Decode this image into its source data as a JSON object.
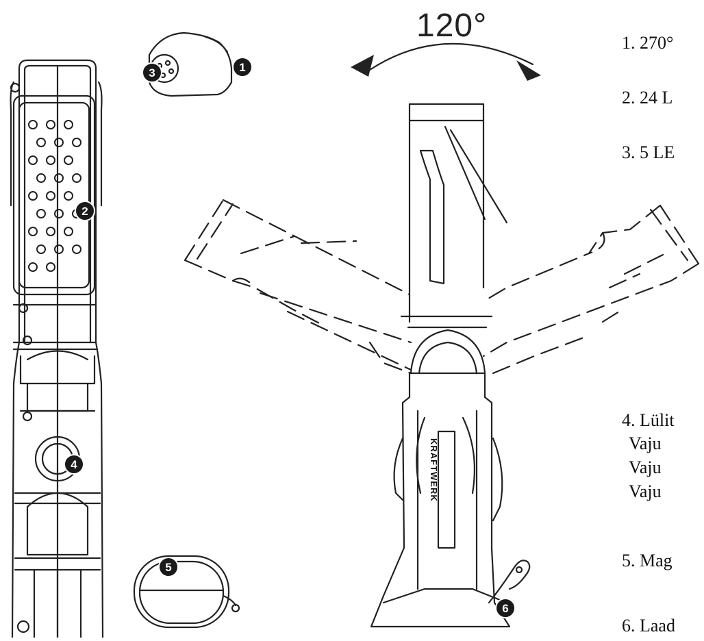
{
  "figure": {
    "angle_label": "120°",
    "brand_text": "KRAFTWERK"
  },
  "legend": [
    {
      "number": "1.",
      "text": "270°"
    },
    {
      "number": "2.",
      "text": "24 L"
    },
    {
      "number": "3.",
      "text": "5 LE"
    },
    {
      "number": "4.",
      "text": "Lülit",
      "sublines": [
        "Vaju",
        "Vaju",
        "Vaju"
      ]
    },
    {
      "number": "5.",
      "text": "Mag"
    },
    {
      "number": "6.",
      "text": "Laad"
    }
  ],
  "callouts": [
    "1",
    "2",
    "3",
    "4",
    "5",
    "6"
  ]
}
